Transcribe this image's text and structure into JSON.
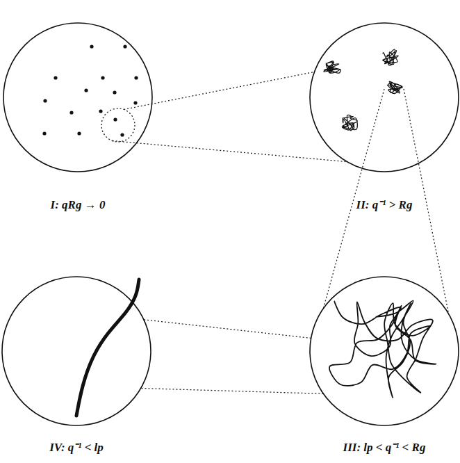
{
  "diagram": {
    "nodes": [
      {
        "text": [
          "I: qRg → 0"
        ]
      },
      {
        "text": [
          "II: q⁻¹ > Rg"
        ]
      },
      {
        "text": [
          "III: lp < q⁻¹ < Rg"
        ]
      },
      {
        "text": [
          "IV: q⁻¹ < lp"
        ]
      }
    ],
    "edges": [
      {
        "from": 0,
        "to": 1,
        "arrow": "none"
      },
      {
        "from": 1,
        "to": 2,
        "arrow": "none"
      },
      {
        "from": 2,
        "to": 3,
        "arrow": "none"
      }
    ]
  }
}
